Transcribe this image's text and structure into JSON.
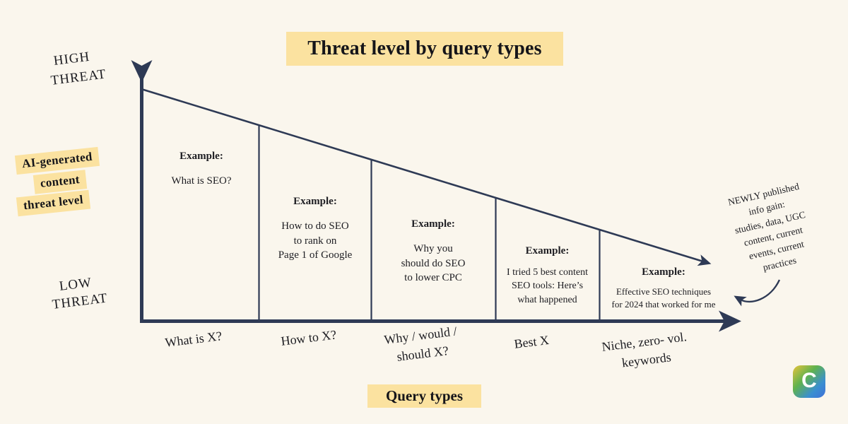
{
  "page": {
    "background_color": "#faf6ed",
    "line_color": "#2e3a55",
    "highlight_color": "#fbe2a0",
    "text_color": "#1d1d22"
  },
  "title": {
    "text": "Threat level by query types"
  },
  "y_axis": {
    "high_line1": "HIGH",
    "high_line2": "THREAT",
    "low_line1": "LOW",
    "low_line2": "THREAT",
    "series_label": {
      "line1": "AI-generated",
      "line2": "content",
      "line3": "threat level"
    }
  },
  "x_axis": {
    "caption": "Query types"
  },
  "example_label": "Example:",
  "columns": [
    {
      "category_line1": "What is X?",
      "category_line2": "",
      "example_label": "Example:",
      "example_lines": [
        "What is SEO?"
      ]
    },
    {
      "category_line1": "How to X?",
      "category_line2": "",
      "example_label": "Example:",
      "example_lines": [
        "How to do SEO",
        "to rank on",
        "Page 1 of Google"
      ]
    },
    {
      "category_line1": "Why / would /",
      "category_line2": "should X?",
      "example_label": "Example:",
      "example_lines": [
        "Why you",
        "should do SEO",
        "to lower CPC"
      ]
    },
    {
      "category_line1": "Best X",
      "category_line2": "",
      "example_label": "Example:",
      "example_lines": [
        "I tried 5 best content",
        "SEO tools: Here’s",
        "what happened"
      ]
    },
    {
      "category_line1": "Niche, zero- vol.",
      "category_line2": "keywords",
      "example_label": "Example:",
      "example_lines": [
        "Effective SEO techniques",
        "for 2024 that worked for me"
      ]
    }
  ],
  "annotation": {
    "lines": [
      "NEWLY published",
      "info gain:",
      "studies, data, UGC",
      "content, current",
      "events, current",
      "practices"
    ]
  },
  "logo": {
    "letter": "C"
  },
  "chart_data": {
    "type": "line",
    "title": "Threat level by query types",
    "xlabel": "Query types",
    "ylabel": "AI-generated content threat level",
    "categories": [
      "What is X?",
      "How to X?",
      "Why / would / should X?",
      "Best X",
      "Niche, zero- vol. keywords"
    ],
    "series": [
      {
        "name": "AI-generated content threat level",
        "values": [
          100,
          84,
          69,
          53,
          39
        ]
      }
    ],
    "ytick_labels": [
      "LOW THREAT",
      "HIGH THREAT"
    ],
    "ylim": [
      0,
      100
    ],
    "grid": false,
    "legend": "none",
    "annotations": [
      "NEWLY published info gain: studies, data, UGC content, current events, current practices"
    ]
  }
}
